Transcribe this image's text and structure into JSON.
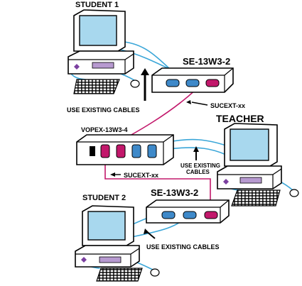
{
  "labels": {
    "student1": "STUDENT 1",
    "student2": "STUDENT 2",
    "teacher": "TEACHER",
    "switch_top": "SE-13W3-2",
    "switch_bottom": "SE-13W3-2",
    "main_switch": "VOPEX-13W3-4",
    "sucext_top": "SUCEXT-xx",
    "sucext_mid": "SUCEXT-xx",
    "existing_top": "USE EXISTING CABLES",
    "existing_teacher_line1": "USE EXISTING",
    "existing_teacher_line2": "CABLES",
    "existing_bottom": "USE EXISTING CABLES"
  },
  "colors": {
    "cable_blue": "#3aa6d8",
    "cable_magenta": "#c2186b",
    "screen": "#a8d8ee",
    "port_blue": "#3e89c9",
    "port_magenta": "#c2186b",
    "indicator": "#7b3fa0",
    "panel": "#ffffff",
    "outline": "#000000"
  }
}
